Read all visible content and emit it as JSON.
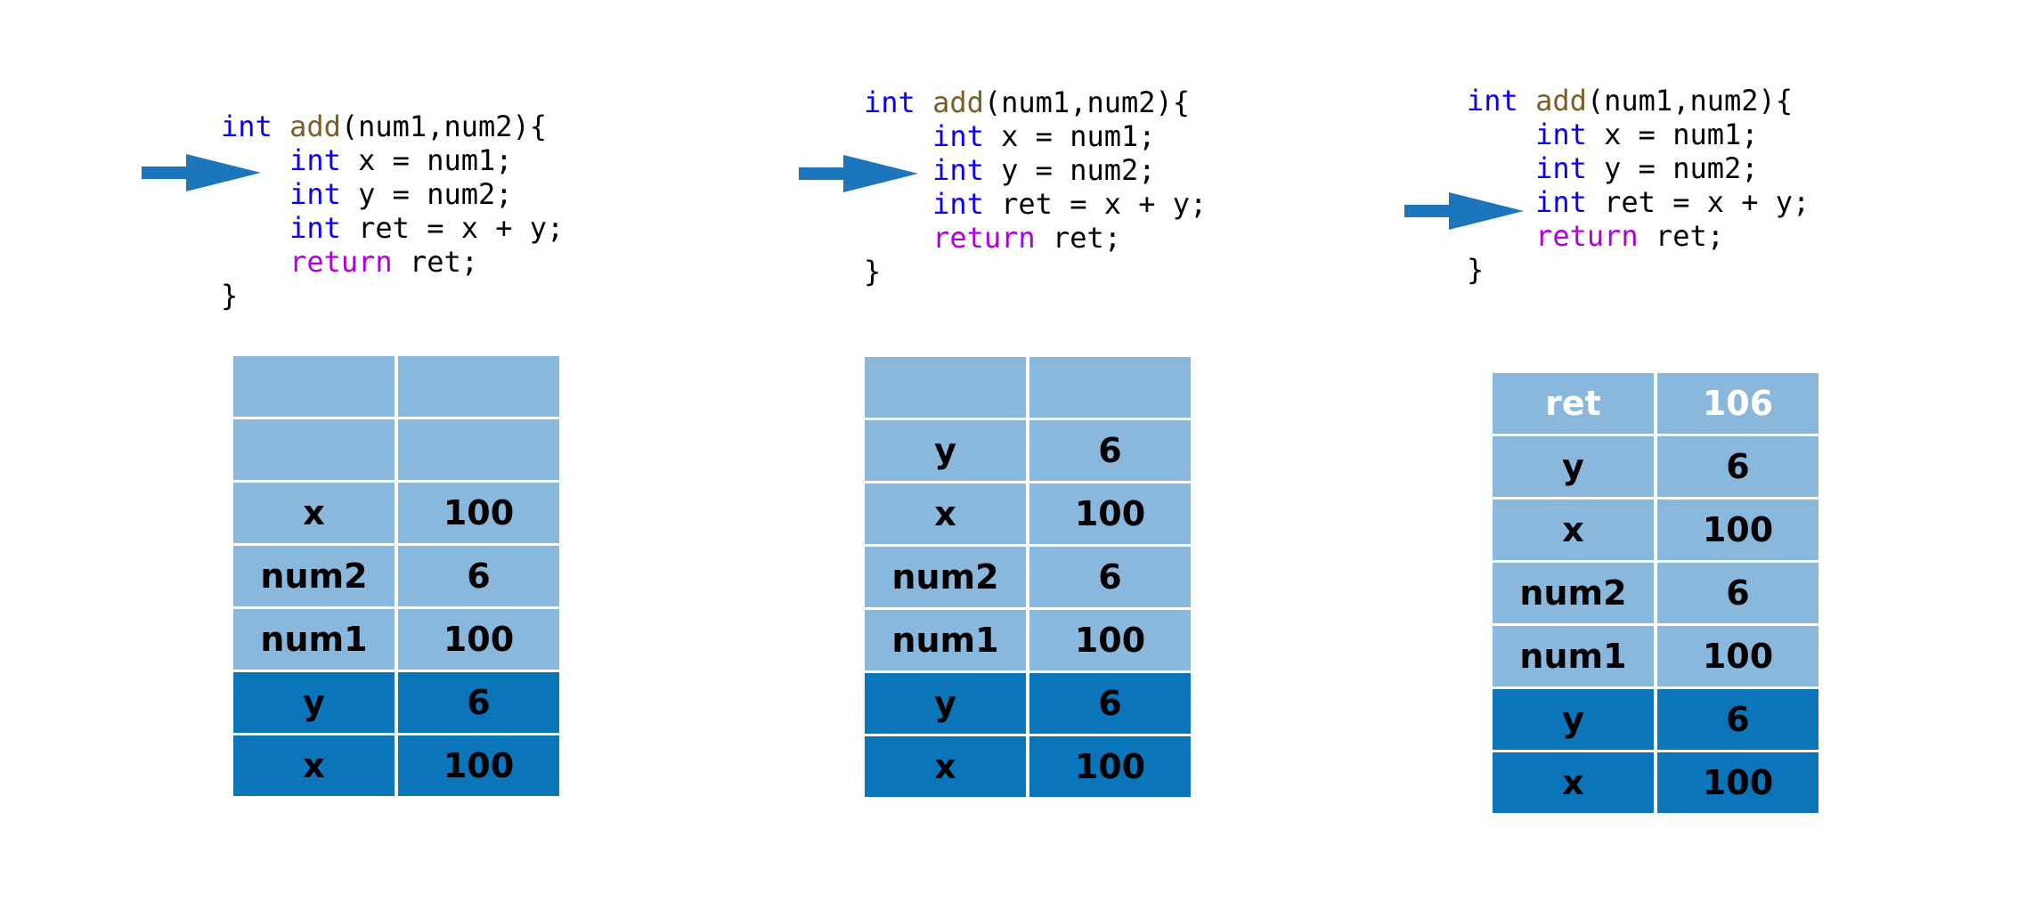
{
  "title": "stack-frame-execution-steps",
  "colors": {
    "background": "#ffffff",
    "keyword": "#0a00f2",
    "function_name": "#795e26",
    "control_keyword": "#af00db",
    "plain_code": "#000000",
    "arrow": "#1b76bb",
    "cell_light_blue": "#8ab8dc",
    "cell_dark_blue": "#0b75b9",
    "cell_text": "#000000",
    "cell_text_highlight": "#ffffff"
  },
  "code": {
    "lines": [
      [
        [
          "kw",
          "int"
        ],
        [
          "plain",
          " "
        ],
        [
          "fn",
          "add"
        ],
        [
          "plain",
          "(num1,num2){"
        ]
      ],
      [
        [
          "plain",
          "    "
        ],
        [
          "kw",
          "int"
        ],
        [
          "plain",
          " x = num1;"
        ]
      ],
      [
        [
          "plain",
          "    "
        ],
        [
          "kw",
          "int"
        ],
        [
          "plain",
          " y = num2;"
        ]
      ],
      [
        [
          "plain",
          "    "
        ],
        [
          "kw",
          "int"
        ],
        [
          "plain",
          " ret = x + y;"
        ]
      ],
      [
        [
          "plain",
          "    "
        ],
        [
          "ctrl",
          "return"
        ],
        [
          "plain",
          " ret;"
        ]
      ],
      [
        [
          "plain",
          "}"
        ]
      ]
    ]
  },
  "panels": [
    {
      "name": "step-1",
      "arrow_line_index": 1,
      "arrow_target_code": "int x = num1;",
      "table": {
        "rows": [
          {
            "variant": "light",
            "text": "black",
            "cells": [
              "",
              ""
            ]
          },
          {
            "variant": "light",
            "text": "black",
            "cells": [
              "",
              ""
            ]
          },
          {
            "variant": "light",
            "text": "black",
            "cells": [
              "x",
              "100"
            ]
          },
          {
            "variant": "light",
            "text": "black",
            "cells": [
              "num2",
              "6"
            ]
          },
          {
            "variant": "light",
            "text": "black",
            "cells": [
              "num1",
              "100"
            ]
          },
          {
            "variant": "dark",
            "text": "black",
            "cells": [
              "y",
              "6"
            ]
          },
          {
            "variant": "dark",
            "text": "black",
            "cells": [
              "x",
              "100"
            ]
          }
        ]
      }
    },
    {
      "name": "step-2",
      "arrow_line_index": 2,
      "arrow_target_code": "int y = num2;",
      "table": {
        "rows": [
          {
            "variant": "light",
            "text": "black",
            "cells": [
              "",
              ""
            ]
          },
          {
            "variant": "light",
            "text": "black",
            "cells": [
              "y",
              "6"
            ]
          },
          {
            "variant": "light",
            "text": "black",
            "cells": [
              "x",
              "100"
            ]
          },
          {
            "variant": "light",
            "text": "black",
            "cells": [
              "num2",
              "6"
            ]
          },
          {
            "variant": "light",
            "text": "black",
            "cells": [
              "num1",
              "100"
            ]
          },
          {
            "variant": "dark",
            "text": "black",
            "cells": [
              "y",
              "6"
            ]
          },
          {
            "variant": "dark",
            "text": "black",
            "cells": [
              "x",
              "100"
            ]
          }
        ]
      }
    },
    {
      "name": "step-3",
      "arrow_line_index": 3,
      "arrow_target_code": "int ret = x + y;",
      "table": {
        "rows": [
          {
            "variant": "light",
            "text": "white",
            "cells": [
              "ret",
              "106"
            ]
          },
          {
            "variant": "light",
            "text": "black",
            "cells": [
              "y",
              "6"
            ]
          },
          {
            "variant": "light",
            "text": "black",
            "cells": [
              "x",
              "100"
            ]
          },
          {
            "variant": "light",
            "text": "black",
            "cells": [
              "num2",
              "6"
            ]
          },
          {
            "variant": "light",
            "text": "black",
            "cells": [
              "num1",
              "100"
            ]
          },
          {
            "variant": "dark",
            "text": "black",
            "cells": [
              "y",
              "6"
            ]
          },
          {
            "variant": "dark",
            "text": "black",
            "cells": [
              "x",
              "100"
            ]
          }
        ]
      }
    }
  ]
}
